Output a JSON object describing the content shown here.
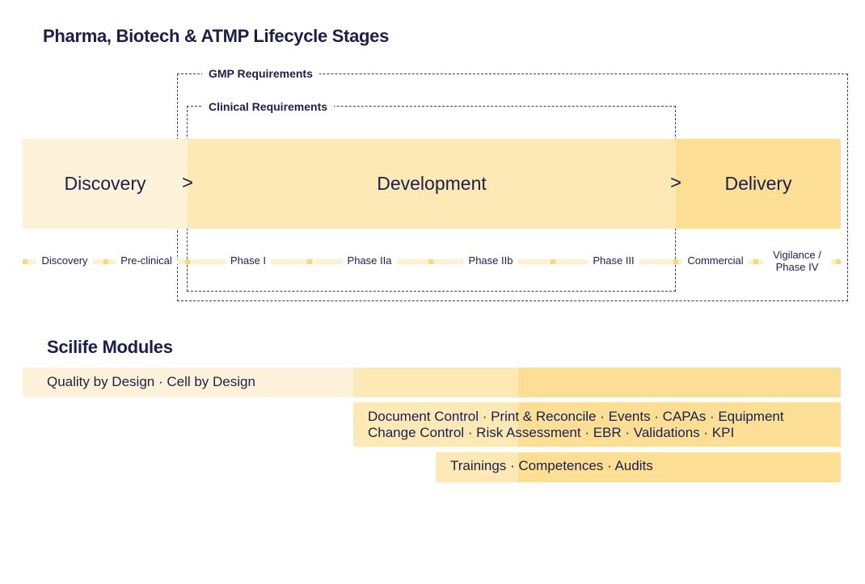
{
  "title": "Pharma, Biotech & ATMP Lifecycle Stages",
  "requirements": {
    "gmp": "GMP Requirements",
    "clinical": "Clinical Requirements"
  },
  "stages": [
    {
      "label": "Discovery",
      "color": "#fef3da"
    },
    {
      "label": "Development",
      "color": "#fde9b6"
    },
    {
      "label": "Delivery",
      "color": "#fcdf94"
    }
  ],
  "stage_arrow": ">",
  "phases": [
    "Discovery",
    "Pre-clinical",
    "Phase I",
    "Phase IIa",
    "Phase IIb",
    "Phase III",
    "Commercial",
    "Vigilance / Phase IV"
  ],
  "modules": {
    "title": "Scilife Modules",
    "rows": [
      {
        "text": "Quality by Design  ·  Cell by Design"
      },
      {
        "line1": "Document Control  ·  Print & Reconcile  ·  Events  ·  CAPAs  ·  Equipment",
        "line2": "Change Control  ·  Risk Assessment  ·  EBR  ·  Validations  ·  KPI"
      },
      {
        "text": "Trainings  ·  Competences  ·  Audits"
      }
    ]
  },
  "colors": {
    "text": "#1b1f4a",
    "light": "#fef3da",
    "medium": "#fde9b6",
    "strong": "#fcdf94",
    "tick": "#f7d67d"
  }
}
